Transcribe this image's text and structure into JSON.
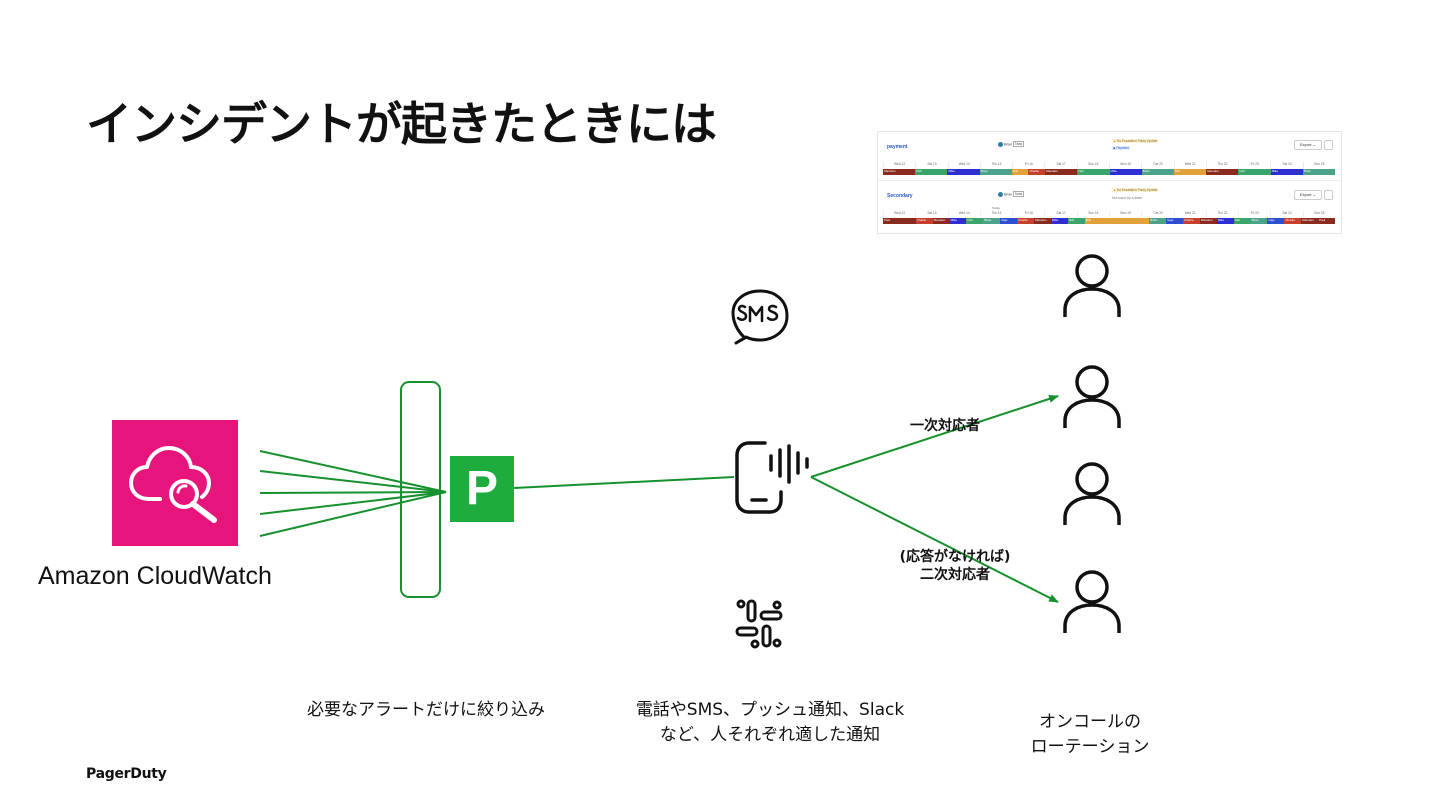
{
  "title": "インシデントが起きたときには",
  "cloudwatch": {
    "label": "Amazon CloudWatch",
    "bg": "#E7157B"
  },
  "pagerduty": {
    "logo_letter": "P",
    "bg": "#1FAC3E"
  },
  "line_color": "#17902E",
  "edges": {
    "primary": "一次対応者",
    "secondary_line1": "(応答がなければ)",
    "secondary_line2": "二次対応者"
  },
  "captions": {
    "filter": "必要なアラートだけに絞り込み",
    "notify_line1": "電話やSMS、プッシュ通知、Slack",
    "notify_line2": "など、人それぞれ適した通知",
    "rotation_line1": "オンコールの",
    "rotation_line2": "ローテーション"
  },
  "icons": [
    "cloudwatch-icon",
    "pagerduty-logo",
    "sms-icon",
    "phone-call-icon",
    "slack-icon",
    "person-icon"
  ],
  "brand": "PagerDuty",
  "schedule": {
    "payment": {
      "title": "payment",
      "user": "Brian",
      "user_tag": "Now",
      "badge": "No Escalation Policy",
      "badge2": "Update",
      "badge3": "Payment",
      "export": "Export",
      "days": [
        "Wed 12",
        "Sat 13",
        "Wed 14",
        "Thu 15",
        "Fri 16",
        "Sat 17",
        "Sun 18",
        "Mon 19",
        "Tue 20",
        "Wed 21",
        "Thu 22",
        "Fri 23",
        "Sat 24",
        "Sun 25"
      ],
      "segments": [
        {
          "name": "Marsden",
          "color": "#8b2b1f",
          "w": 1
        },
        {
          "name": "Nell",
          "color": "#3aa56b",
          "w": 1
        },
        {
          "name": "Mike",
          "color": "#2d2fd1",
          "w": 1
        },
        {
          "name": "Brian",
          "color": "#4ba38b",
          "w": 1
        },
        {
          "name": "Bolt",
          "color": "#e2a23a",
          "w": 0.5
        },
        {
          "name": "Charlie",
          "color": "#c6402e",
          "w": 0.5
        },
        {
          "name": "Marsden",
          "color": "#8b2b1f",
          "w": 1
        },
        {
          "name": "Nell",
          "color": "#3aa56b",
          "w": 1
        },
        {
          "name": "Mike",
          "color": "#2d2fd1",
          "w": 1
        },
        {
          "name": "Brian",
          "color": "#4ba38b",
          "w": 1
        },
        {
          "name": "Bolt",
          "color": "#e2a23a",
          "w": 1
        },
        {
          "name": "Marsden",
          "color": "#8b2b1f",
          "w": 1
        },
        {
          "name": "Nell",
          "color": "#3aa56b",
          "w": 1
        },
        {
          "name": "Mike",
          "color": "#2d2fd1",
          "w": 1
        },
        {
          "name": "Brian",
          "color": "#4ba38b",
          "w": 1
        }
      ]
    },
    "secondary": {
      "title": "Secondary",
      "user": "Brian",
      "user_tag": "Now",
      "badge": "No Escalation Policy",
      "badge2": "Update",
      "note": "Not used by a team",
      "export": "Export",
      "today": "Today",
      "days": [
        "Wed 12",
        "Sat 13",
        "Wed 14",
        "Thu 15",
        "Fri 16",
        "Sat 17",
        "Sun 18",
        "Mon 19",
        "Tue 20",
        "Wed 21",
        "Thu 22",
        "Fri 23",
        "Sat 24",
        "Sun 25"
      ],
      "segments": [
        {
          "name": "Paul",
          "color": "#8b2b1f",
          "w": 1
        },
        {
          "name": "Charlie",
          "color": "#c6402e",
          "w": 0.5
        },
        {
          "name": "Marsden",
          "color": "#8b2b1f",
          "w": 0.5
        },
        {
          "name": "Mike",
          "color": "#2d2fd1",
          "w": 0.5
        },
        {
          "name": "Nell",
          "color": "#3aa56b",
          "w": 0.5
        },
        {
          "name": "Brian",
          "color": "#4ba38b",
          "w": 0.5
        },
        {
          "name": "Gigs",
          "color": "#2d4fd1",
          "w": 0.5
        },
        {
          "name": "Charlie",
          "color": "#c6402e",
          "w": 0.5
        },
        {
          "name": "Marsden",
          "color": "#8b2b1f",
          "w": 0.5
        },
        {
          "name": "Mike",
          "color": "#2d2fd1",
          "w": 0.5
        },
        {
          "name": "Nell",
          "color": "#3aa56b",
          "w": 0.5
        },
        {
          "name": "Bolt",
          "color": "#e2a23a",
          "w": 2
        },
        {
          "name": "Brian",
          "color": "#4ba38b",
          "w": 0.5
        },
        {
          "name": "Gigs",
          "color": "#2d4fd1",
          "w": 0.5
        },
        {
          "name": "Charlie",
          "color": "#c6402e",
          "w": 0.5
        },
        {
          "name": "Marsden",
          "color": "#8b2b1f",
          "w": 0.5
        },
        {
          "name": "Mike",
          "color": "#2d2fd1",
          "w": 0.5
        },
        {
          "name": "Nell",
          "color": "#3aa56b",
          "w": 0.5
        },
        {
          "name": "Brian",
          "color": "#4ba38b",
          "w": 0.5
        },
        {
          "name": "Gigs",
          "color": "#2d4fd1",
          "w": 0.5
        },
        {
          "name": "Charlie",
          "color": "#c6402e",
          "w": 0.5
        },
        {
          "name": "Marsden",
          "color": "#8b2b1f",
          "w": 0.5
        },
        {
          "name": "Paul",
          "color": "#8b2b1f",
          "w": 0.5
        }
      ]
    }
  }
}
